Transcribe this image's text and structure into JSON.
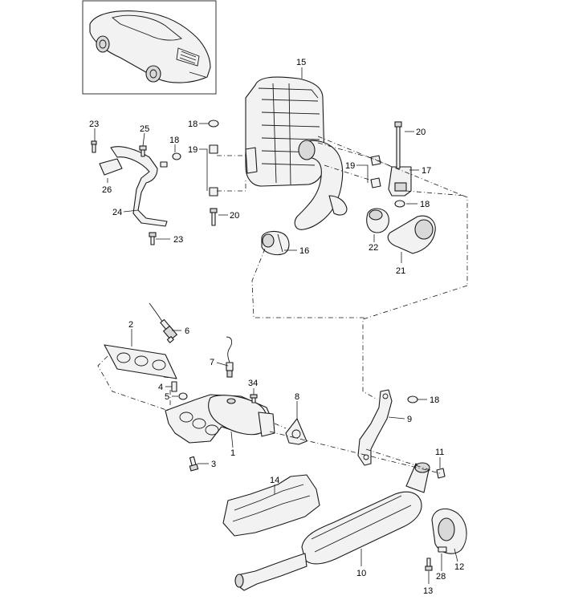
{
  "callouts": {
    "c1": "1",
    "c2": "2",
    "c3": "3",
    "c4": "4",
    "c5": "5",
    "c6": "6",
    "c7": "7",
    "c8": "8",
    "c9": "9",
    "c10": "10",
    "c11": "11",
    "c12": "12",
    "c13": "13",
    "c14": "14",
    "c15": "15",
    "c16": "16",
    "c17": "17",
    "c18a": "18",
    "c18b": "18",
    "c18c": "18",
    "c18d": "18",
    "c19a": "19",
    "c19b": "19",
    "c20a": "20",
    "c20b": "20",
    "c21": "21",
    "c22": "22",
    "c23a": "23",
    "c23b": "23",
    "c24": "24",
    "c25": "25",
    "c26": "26",
    "c28": "28",
    "c34": "34"
  }
}
